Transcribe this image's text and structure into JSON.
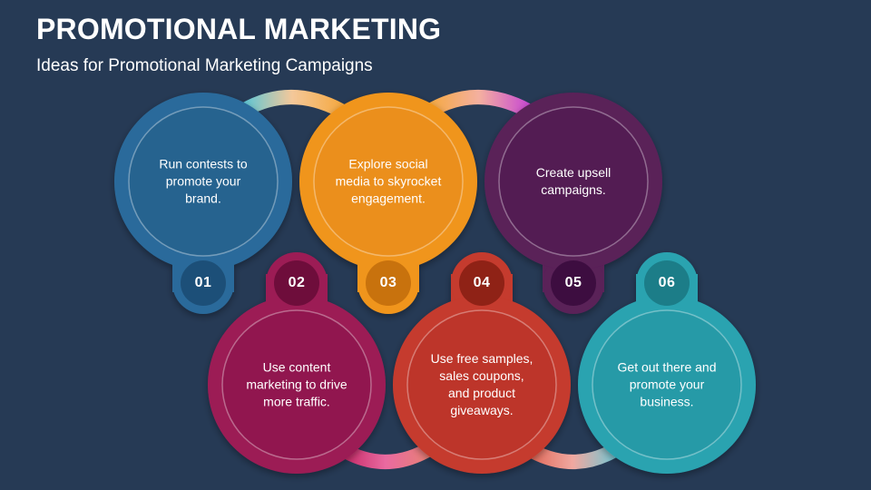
{
  "title": "PROMOTIONAL MARKETING",
  "subtitle": "Ideas for Promotional Marketing Campaigns",
  "steps": [
    {
      "number": "01",
      "text": "Run contests to promote your brand.",
      "color": "#2b6b9b",
      "inner": "#27638f",
      "dark": "#1f5078"
    },
    {
      "number": "02",
      "text": "Use content marketing to drive more traffic.",
      "color": "#9c1c55",
      "inner": "#91194f",
      "dark": "#6e0f3b"
    },
    {
      "number": "03",
      "text": "Explore social media to skyrocket engagement.",
      "color": "#f0951f",
      "inner": "#eb8f1c",
      "dark": "#c8720a"
    },
    {
      "number": "04",
      "text": "Use free samples, sales coupons, and product giveaways.",
      "color": "#c53a2d",
      "inner": "#bd3429",
      "dark": "#8f2118"
    },
    {
      "number": "05",
      "text": "Create upsell campaigns.",
      "color": "#5a2059",
      "inner": "#521c52",
      "dark": "#3c1040"
    },
    {
      "number": "06",
      "text": "Get out there and promote your business.",
      "color": "#2aa3b0",
      "inner": "#279aa7",
      "dark": "#1b7d88"
    }
  ]
}
